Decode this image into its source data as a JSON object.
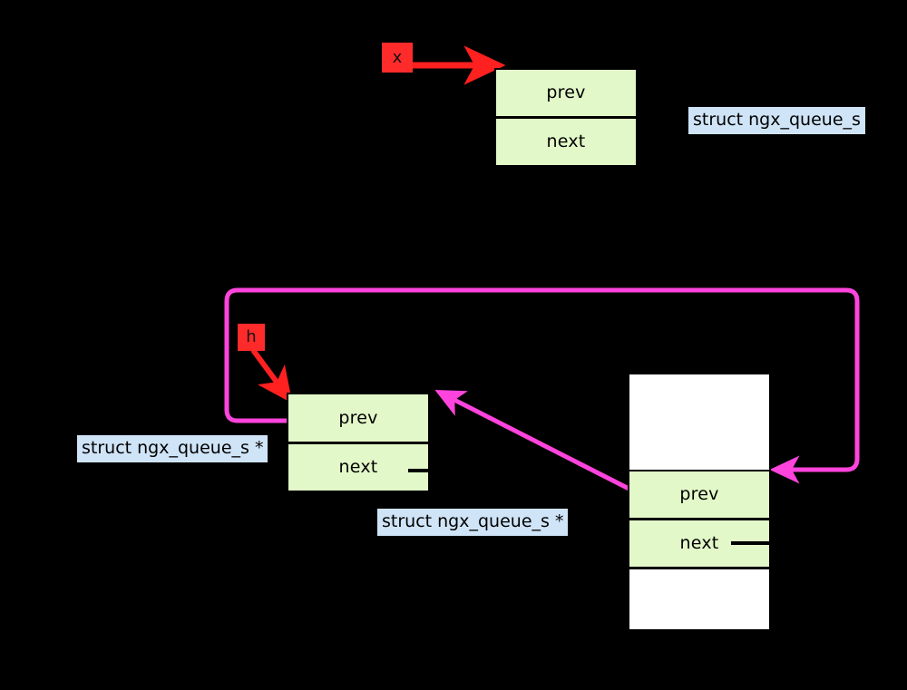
{
  "diagram": {
    "title": "ngx_queue_s linked list pointer diagram",
    "background_color": "#000000",
    "field_fill": "#e3f8c8",
    "pad_fill": "#ffffff",
    "pointer_chip_color": "#ff2b2b",
    "label_highlight_color": "#cfe4f7",
    "magenta_link_color": "#ff44dd",
    "red_arrow_color": "#ff2020",
    "stroke_color": "#000000"
  },
  "pointers": [
    {
      "name": "x-pointer",
      "label": "x"
    },
    {
      "name": "h-pointer",
      "label": "h"
    }
  ],
  "nodes": {
    "top_node": {
      "name": "top-queue-node",
      "fields": [
        {
          "key": "prev",
          "label": "prev"
        },
        {
          "key": "next",
          "label": "next"
        }
      ]
    },
    "left_node": {
      "name": "left-queue-node",
      "fields": [
        {
          "key": "prev",
          "label": "prev"
        },
        {
          "key": "next",
          "label": "next"
        }
      ]
    },
    "right_node": {
      "name": "right-queue-node",
      "fields": [
        {
          "key": "pad_top",
          "label": ""
        },
        {
          "key": "prev",
          "label": "prev"
        },
        {
          "key": "next",
          "label": "next"
        },
        {
          "key": "pad_bottom",
          "label": ""
        }
      ]
    }
  },
  "labels": {
    "top_right": "struct ngx_queue_s",
    "lower_left": "struct ngx_queue_s *",
    "lower_middle": "struct ngx_queue_s *"
  }
}
